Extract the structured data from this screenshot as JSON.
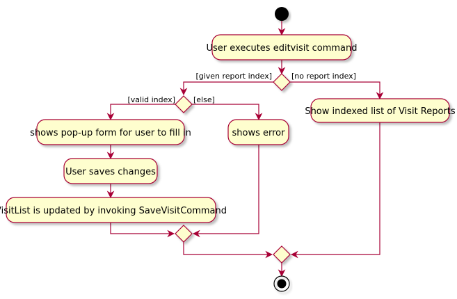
{
  "colors": {
    "node_fill": "#FEFECE",
    "line": "#A80036",
    "start": "#000000"
  },
  "nodes": {
    "execute": "User executes editvisit command",
    "show_list": "Show indexed list of Visit Reports",
    "popup": "shows pop-up form for user to fill in",
    "show_error": "shows error",
    "saves": "User saves changes",
    "updated": "VisitList is updated by invoking SaveVisitCommand"
  },
  "guards": {
    "given_report_index": "[given report index]",
    "no_report_index": "[no report index]",
    "valid_index": "[valid index]",
    "else": "[else]"
  }
}
